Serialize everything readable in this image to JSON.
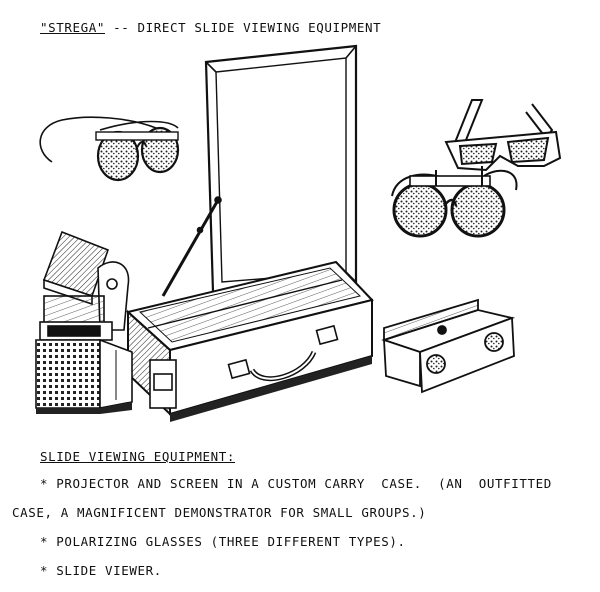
{
  "document": {
    "title_name": "\"STREGA\"",
    "title_rest": " -- DIRECT SLIDE VIEWING EQUIPMENT",
    "section_heading": "SLIDE VIEWING EQUIPMENT:",
    "lines": [
      "* PROJECTOR AND SCREEN IN A CUSTOM CARRY  CASE.  (AN  OUTFITTED",
      "CASE, A MAGNIFICENT DEMONSTRATOR FOR SMALL GROUPS.)",
      "* POLARIZING GLASSES (THREE DIFFERENT TYPES).",
      "* SLIDE VIEWER."
    ]
  },
  "illustrations": [
    {
      "name": "carry-case-with-projector-and-screen",
      "type": "line-drawing"
    },
    {
      "name": "wire-frame-polarizing-glasses",
      "type": "line-drawing"
    },
    {
      "name": "cardboard-polarizing-glasses",
      "type": "line-drawing"
    },
    {
      "name": "round-clip-polarizing-glasses",
      "type": "line-drawing"
    },
    {
      "name": "slide-viewer",
      "type": "line-drawing"
    }
  ]
}
